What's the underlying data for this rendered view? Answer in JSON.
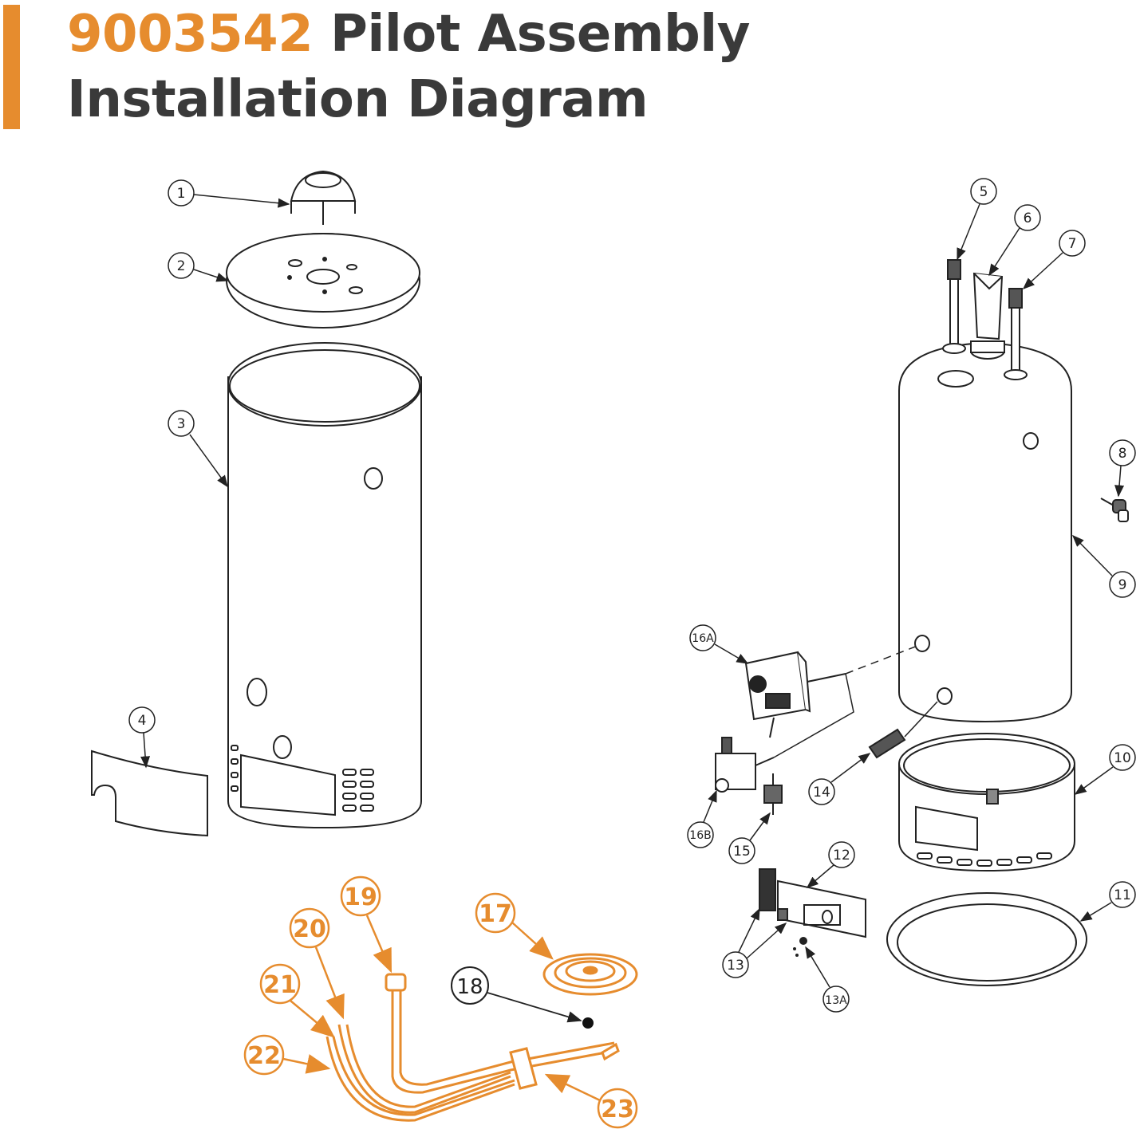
{
  "title": {
    "part_number": "9003542",
    "line1_rest": "Pilot Assembly",
    "line2": "Installation Diagram"
  },
  "colors": {
    "accent": "#e68c2e",
    "text": "#3a3a3a",
    "line": "#222222"
  },
  "callouts": {
    "c1": "1",
    "c2": "2",
    "c3": "3",
    "c4": "4",
    "c5": "5",
    "c6": "6",
    "c7": "7",
    "c8": "8",
    "c9": "9",
    "c10": "10",
    "c11": "11",
    "c12": "12",
    "c13": "13",
    "c13a": "13A",
    "c14": "14",
    "c15": "15",
    "c16a": "16A",
    "c16b": "16B",
    "c17": "17",
    "c18": "18",
    "c19": "19",
    "c20": "20",
    "c21": "21",
    "c22": "22",
    "c23": "23"
  }
}
